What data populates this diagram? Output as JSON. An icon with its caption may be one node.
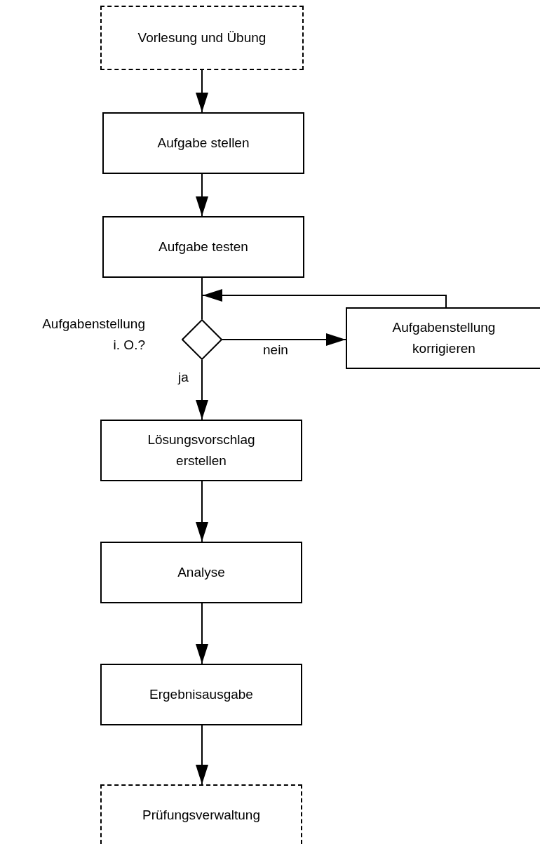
{
  "diagram": {
    "nodes": [
      {
        "text": [
          "Vorlesung und Übung"
        ]
      },
      {
        "text": [
          "Aufgabe stellen"
        ]
      },
      {
        "text": [
          "Aufgabe testen"
        ]
      },
      {
        "text": [],
        "shape": "diamond",
        "beside": [
          "Aufgabenstellung i. O.?"
        ]
      },
      {
        "text": [
          "Aufgabenstellung korrigieren"
        ]
      },
      {
        "text": [
          "Lösungsvorschlag erstellen"
        ]
      },
      {
        "text": [
          "Analyse"
        ]
      },
      {
        "text": [
          "Ergebnisausgabe"
        ]
      },
      {
        "text": [
          "Prüfungsverwaltung"
        ]
      }
    ],
    "edges": [
      {
        "from": 0,
        "to": 1,
        "arrow": "to"
      },
      {
        "from": 1,
        "to": 2,
        "arrow": "to"
      },
      {
        "from": 2,
        "to": 3,
        "arrow": "none"
      },
      {
        "from": 3,
        "to": 4,
        "arrow": "to",
        "label": "nein"
      },
      {
        "from": 4,
        "to": 3,
        "arrow": "to"
      },
      {
        "from": 3,
        "to": 5,
        "arrow": "to",
        "label": "ja"
      },
      {
        "from": 5,
        "to": 6,
        "arrow": "to"
      },
      {
        "from": 6,
        "to": 7,
        "arrow": "to"
      },
      {
        "from": 7,
        "to": 8,
        "arrow": "to"
      }
    ]
  }
}
